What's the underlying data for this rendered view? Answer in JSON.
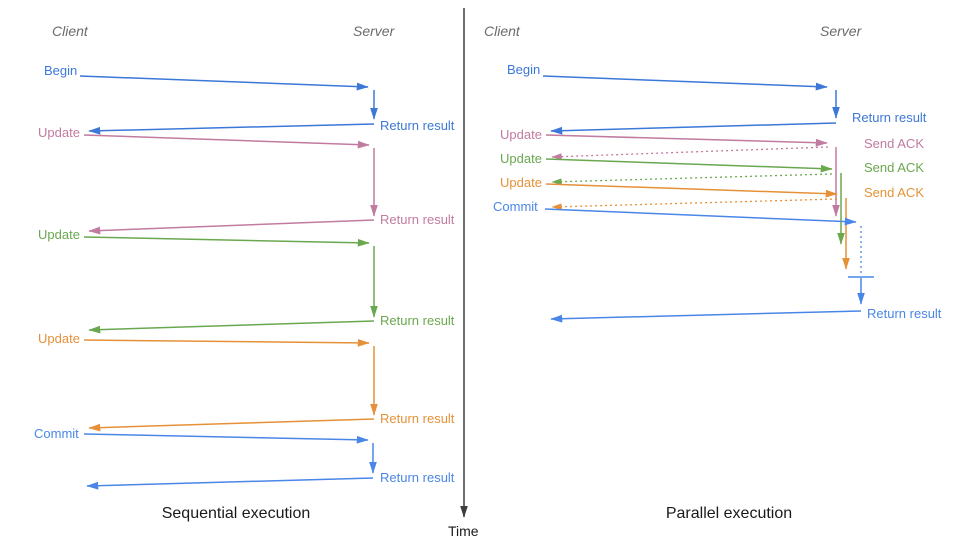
{
  "diagram": {
    "time_axis": {
      "label": "Time"
    },
    "colors": {
      "begin_blue": "#3c78d8",
      "commit_blue": "#4a86e8",
      "update_pink": "#c27ba0",
      "update_green": "#6aa84f",
      "update_orange": "#e69138",
      "actor_gray": "#6b6b6b",
      "axis_dark": "#3d3d3d"
    },
    "left_panel": {
      "title": "Sequential execution",
      "client_label": "Client",
      "server_label": "Server",
      "messages": [
        {
          "label": "Begin",
          "response": "Return result",
          "color": "#3c78d8"
        },
        {
          "label": "Update",
          "response": "Return result",
          "color": "#c27ba0"
        },
        {
          "label": "Update",
          "response": "Return result",
          "color": "#6aa84f"
        },
        {
          "label": "Update",
          "response": "Return result",
          "color": "#e69138"
        },
        {
          "label": "Commit",
          "response": "Return result",
          "color": "#4a86e8"
        }
      ]
    },
    "right_panel": {
      "title": "Parallel execution",
      "client_label": "Client",
      "server_label": "Server",
      "messages": [
        {
          "label": "Begin",
          "response": "Return result",
          "color": "#3c78d8"
        },
        {
          "label": "Update",
          "response": "Send ACK",
          "color": "#c27ba0"
        },
        {
          "label": "Update",
          "response": "Send ACK",
          "color": "#6aa84f"
        },
        {
          "label": "Update",
          "response": "Send ACK",
          "color": "#e69138"
        },
        {
          "label": "Commit",
          "response": "Return result",
          "color": "#4a86e8"
        }
      ]
    }
  }
}
